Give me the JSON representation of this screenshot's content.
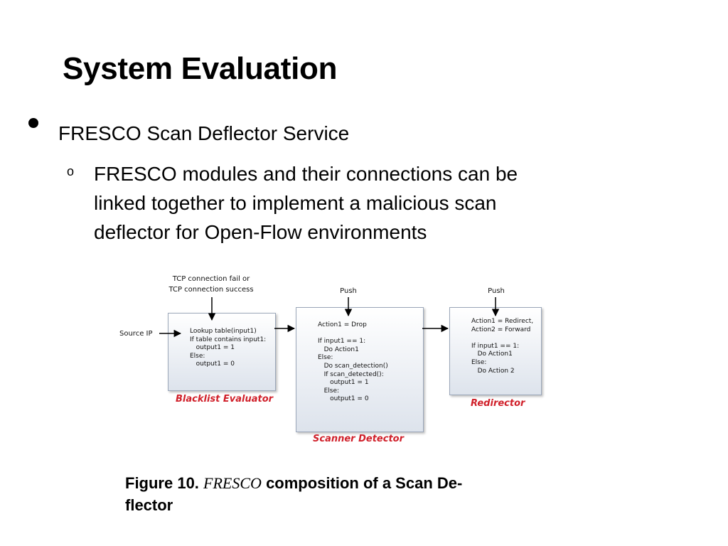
{
  "slide": {
    "title": "System Evaluation",
    "bullet": "FRESCO Scan Deflector Service",
    "sub_marker": "o",
    "sub_lines": [
      "FRESCO modules and their connections can be",
      "linked together to implement a malicious scan",
      "deflector for Open-Flow environments"
    ]
  },
  "diagram": {
    "top_label_lines": [
      "TCP connection fail or",
      "TCP connection success"
    ],
    "source_label": "Source IP",
    "push_1": "Push",
    "push_2": "Push",
    "blacklist": {
      "code": "Lookup table(input1)\nIf table contains input1:\n   output1 = 1\nElse:\n   output1 = 0",
      "label": "Blacklist Evaluator"
    },
    "scanner": {
      "code": "Action1 = Drop\n\nIf input1 == 1:\n   Do Action1\nElse:\n   Do scan_detection()\n   If scan_detected():\n      output1 = 1\n   Else:\n      output1 = 0",
      "label": "Scanner Detector"
    },
    "redirector": {
      "code": "Action1 = Redirect,\nAction2 = Forward\n\nIf input1 == 1:\n   Do Action1\nElse:\n   Do Action 2",
      "label": "Redirector"
    }
  },
  "caption": {
    "prefix": "Figure 10.",
    "italic": "FRESCO",
    "suffix": "composition of a Scan De-",
    "line2": "flector"
  },
  "colors": {
    "module_label": "#d0202a",
    "box_border": "#9aa6b8"
  }
}
